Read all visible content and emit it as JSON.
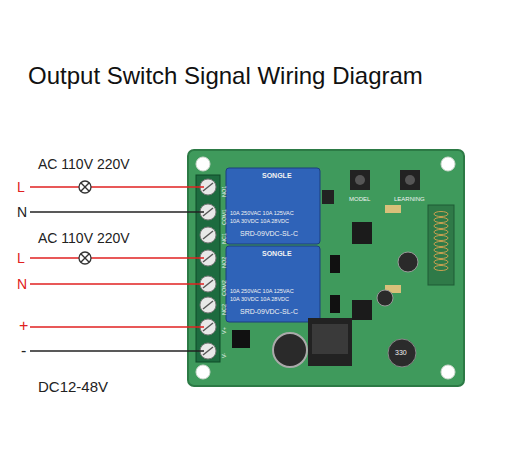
{
  "diagram": {
    "title": "Output Switch Signal Wiring Diagram",
    "labels": [
      "AC 110V 220V",
      "L",
      "N",
      "AC 110V 220V",
      "L",
      "N",
      "+",
      "-",
      "DC12-48V",
      "SONGLE",
      "10A 250VAC 10A 125VAC",
      "10A 30VDC 10A 28VDC",
      "SRD-09VDC-SL-C",
      "SONGLE",
      "10A 250VAC 10A 125VAC",
      "10A 30VDC 10A 28VDC",
      "SRD-09VDC-SL-C",
      "MODEL",
      "LEARNING",
      "330",
      "NO1",
      "COM1",
      "NC1",
      "NO2",
      "COM2",
      "NC2",
      "V+",
      "V-"
    ]
  }
}
